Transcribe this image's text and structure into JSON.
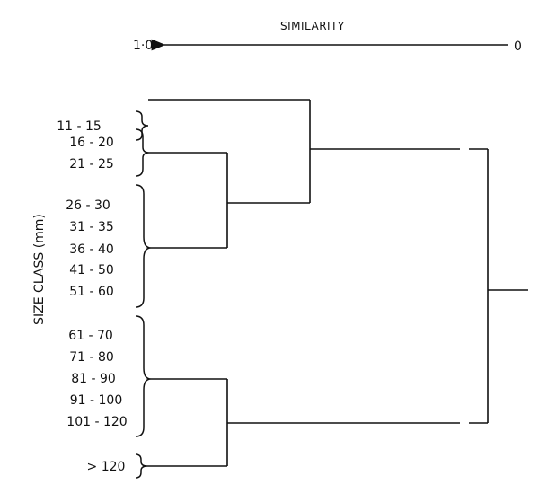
{
  "diagram": {
    "title": "SIMILARITY",
    "axis_left": "1·0",
    "axis_right": "0",
    "y_axis_label": "SIZE CLASS (mm)",
    "size_classes": [
      "11 - 15",
      "16 - 20",
      "21 - 25",
      "26 - 30",
      "31 - 35",
      "36 - 40",
      "41 - 50",
      "51 - 60",
      "61 - 70",
      "71 - 80",
      "81 - 90",
      "91 - 100",
      "101 - 120",
      "> 120"
    ],
    "groups": [
      {
        "members": [
          "11 - 15"
        ]
      },
      {
        "members": [
          "16 - 20",
          "21 - 25"
        ]
      },
      {
        "members": [
          "26 - 30",
          "31 - 35",
          "36 - 40",
          "41 - 50",
          "51 - 60"
        ]
      },
      {
        "members": [
          "61 - 70",
          "71 - 80",
          "81 - 90",
          "91 - 100",
          "101 - 120"
        ]
      },
      {
        "members": [
          "> 120"
        ]
      }
    ]
  }
}
